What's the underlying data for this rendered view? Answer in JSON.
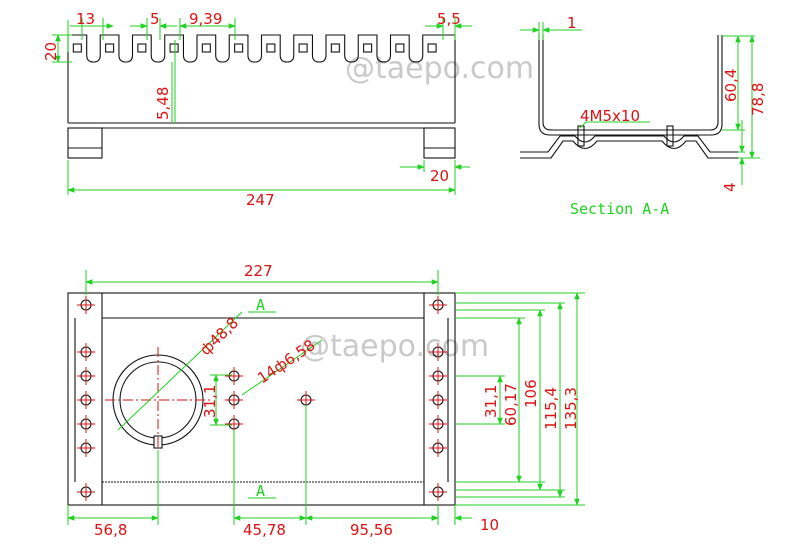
{
  "watermark": "@taepo.com",
  "top_view": {
    "dims": {
      "pitch": "13",
      "slot_width": "5",
      "offset": "9,39",
      "edge": "5,5",
      "slot_depth": "20",
      "slot_depth_2": "5,48",
      "total_length": "247",
      "foot": "20"
    }
  },
  "section": {
    "title": "Section A-A",
    "thickness": "1",
    "height_inner": "60,4",
    "height_total": "78,8",
    "foot_height": "4",
    "screws": "4M5x10"
  },
  "bottom_view": {
    "section_marks": [
      "A",
      "A"
    ],
    "dims": {
      "hole_span": "227",
      "big_hole": "ф48,8",
      "small_holes": "14ф6,58",
      "hole_pitch_left": "31,1",
      "hole_pitch_right": "31,1",
      "height_6017": "60,17",
      "height_106": "106",
      "height_1154": "115,4",
      "height_1353": "135,3",
      "x_568": "56,8",
      "x_4578": "45,78",
      "x_9556": "95,56",
      "x_10": "10"
    }
  }
}
